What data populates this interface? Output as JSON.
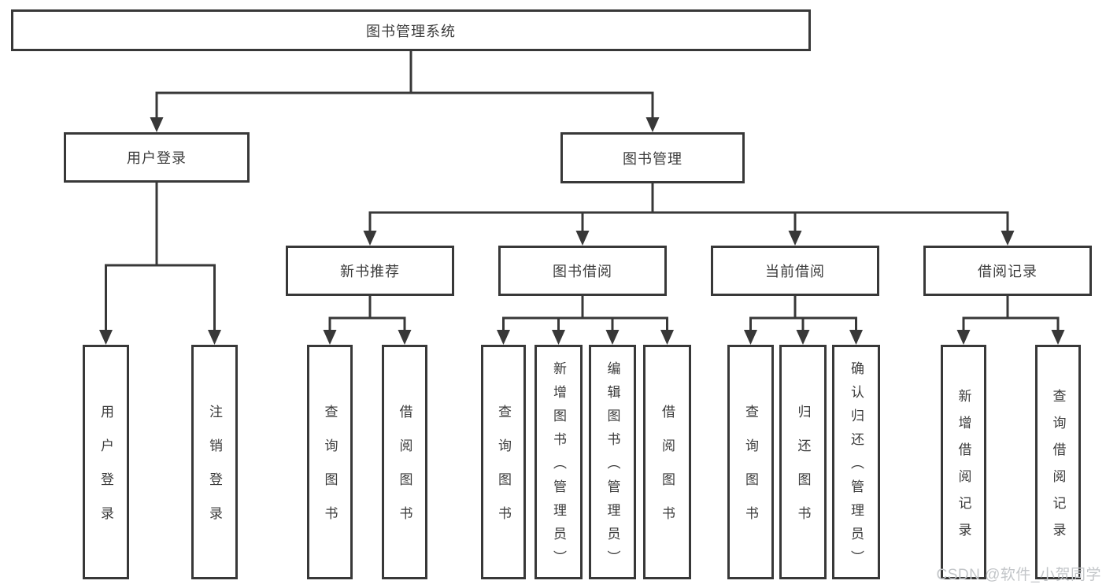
{
  "tree": {
    "root": {
      "label": "图书管理系统"
    },
    "branches": [
      {
        "label": "用户登录",
        "children": [
          {
            "label": "用户登录"
          },
          {
            "label": "注销登录"
          }
        ]
      },
      {
        "label": "图书管理",
        "groups": [
          {
            "label": "新书推荐",
            "children": [
              {
                "label": "查询图书"
              },
              {
                "label": "借阅图书"
              }
            ]
          },
          {
            "label": "图书借阅",
            "children": [
              {
                "label": "查询图书"
              },
              {
                "label": "新增图书（管理员）"
              },
              {
                "label": "编辑图书（管理员）"
              },
              {
                "label": "借阅图书"
              }
            ]
          },
          {
            "label": "当前借阅",
            "children": [
              {
                "label": "查询图书"
              },
              {
                "label": "归还图书"
              },
              {
                "label": "确认归还（管理员）"
              }
            ]
          },
          {
            "label": "借阅记录",
            "children": [
              {
                "label": "新增借阅记录"
              },
              {
                "label": "查询借阅记录"
              }
            ]
          }
        ]
      }
    ]
  },
  "watermark": {
    "text": "CSDN @软件_小贺同学"
  },
  "colors": {
    "line": "#383838",
    "text": "#3c3c3c",
    "box_background": "#ffffff",
    "page_background": "#ffffff",
    "watermark": "#c3c6c9"
  }
}
